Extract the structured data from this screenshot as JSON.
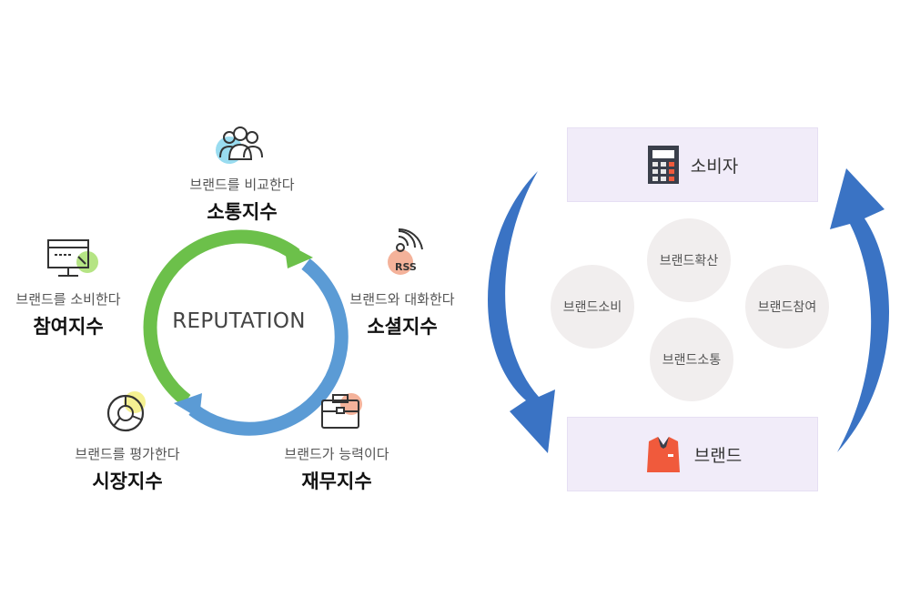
{
  "cycle": {
    "center_label": "REPUTATION",
    "nodes": [
      {
        "id": "top",
        "sub": "브랜드를 비교한다",
        "main": "소통지수",
        "icon": "people-group-icon"
      },
      {
        "id": "right",
        "sub": "브랜드와 대화한다",
        "main": "소셜지수",
        "icon": "rss-icon",
        "icon_text": "RSS"
      },
      {
        "id": "bottom_right",
        "sub": "브랜드가 능력이다",
        "main": "재무지수",
        "icon": "briefcase-icon"
      },
      {
        "id": "bottom_left",
        "sub": "브랜드를 평가한다",
        "main": "시장지수",
        "icon": "pie-chart-icon"
      },
      {
        "id": "left",
        "sub": "브랜드를 소비한다",
        "main": "참여지수",
        "icon": "monitor-icon"
      }
    ],
    "colors": {
      "green": "#6cc04a",
      "blue": "#5b9bd5"
    }
  },
  "flow": {
    "consumer_box": {
      "label": "소비자",
      "icon": "calculator-icon"
    },
    "brand_box": {
      "label": "브랜드",
      "icon": "shirt-icon"
    },
    "bubbles": [
      "브랜드확산",
      "브랜드소비",
      "브랜드참여",
      "브랜드소통"
    ],
    "arrow_color": "#3a73c4"
  }
}
